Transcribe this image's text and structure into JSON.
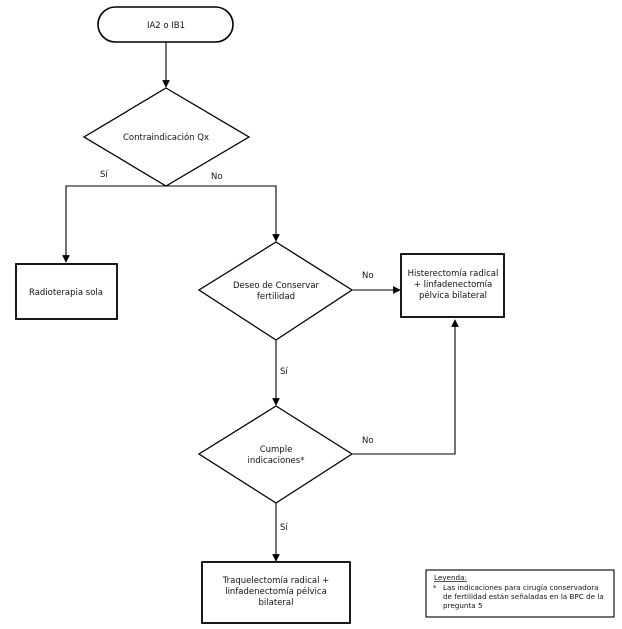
{
  "nodes": {
    "start": {
      "label": "IA2 o IB1"
    },
    "contraindicacion": {
      "label": "Contraindicación Qx"
    },
    "radioterapia": {
      "label": "Radioterapia sola"
    },
    "deseo": {
      "line1": "Deseo de Conservar",
      "line2": "fertilidad"
    },
    "histerectomia": {
      "line1": "Histerectomía radical",
      "line2": "+ linfadenectomía",
      "line3": "pélvica bilateral"
    },
    "cumple": {
      "line1": "Cumple",
      "line2": "indicaciones*"
    },
    "traquelectomia": {
      "line1": "Traquelectomía radical +",
      "line2": "linfadenectomía pélvica",
      "line3": "bilateral"
    }
  },
  "edges": {
    "contra_si": "Sí",
    "contra_no": "No",
    "deseo_no": "No",
    "deseo_si": "Sí",
    "cumple_no": "No",
    "cumple_si": "Sí"
  },
  "legend": {
    "title": "Leyenda:",
    "marker": "*",
    "line1": "Las indicaciones para cirugía conservadora",
    "line2": "de fertilidad están señaladas en la BPC de la",
    "line3": "pregunta 5"
  }
}
